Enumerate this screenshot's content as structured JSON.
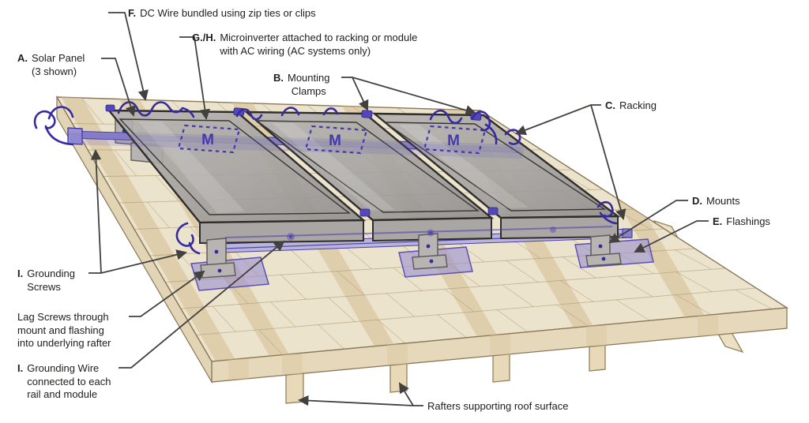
{
  "diagram": {
    "type": "technical-illustration",
    "subject": "Rooftop solar panel mounting system (exploded callout diagram)",
    "labels": {
      "solar_panel": {
        "prefix": "A.",
        "text": "Solar Panel\n(3 shown)"
      },
      "mounting_clamps": {
        "prefix": "B.",
        "text": "Mounting\nClamps"
      },
      "racking": {
        "prefix": "C.",
        "text": "Racking"
      },
      "mounts": {
        "prefix": "D.",
        "text": "Mounts"
      },
      "flashings": {
        "prefix": "E.",
        "text": "Flashings"
      },
      "dc_wire": {
        "prefix": "F.",
        "text": "DC Wire bundled using zip ties or clips"
      },
      "microinverter": {
        "prefix": "G./H.",
        "text": "Microinverter attached to racking or module\nwith AC wiring (AC systems only)"
      },
      "grounding_screws": {
        "prefix": "I.",
        "text": "Grounding\nScrews"
      },
      "lag_screws": {
        "prefix": "",
        "text": "Lag Screws through\nmount and flashing\ninto underlying rafter"
      },
      "grounding_wire": {
        "prefix": "I.",
        "text": "Grounding Wire\nconnected to each\nrail and module"
      },
      "rafters": {
        "prefix": "",
        "text": "Rafters supporting roof surface"
      }
    },
    "microinverter_letter": "M",
    "panel_count_shown": 3,
    "colors": {
      "label_text": "#1f1d1b",
      "leader_line": "#43413e",
      "roof_tan": "#ece3cd",
      "roof_edge_brown": "#8a7758",
      "rafter_band_tan": "#d7c096",
      "panel_glass_gray": "#a5a3a1",
      "panel_frame_dark": "#2f2d2b",
      "racking_purple": "#8a83c8",
      "wire_blue": "#352aa0",
      "flashing_purple": "#9a90d0",
      "mount_gray": "#b7b4b2",
      "microinverter_purple": "#4338ad"
    }
  }
}
